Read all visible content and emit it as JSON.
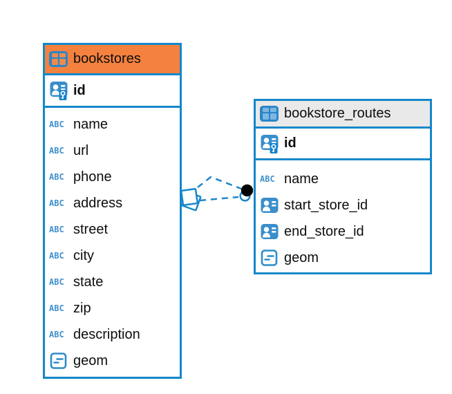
{
  "app": {
    "view": "entity-relationship-diagram"
  },
  "colors": {
    "accent_blue": "#1387ca",
    "table_border": "#1387ca",
    "bookstores_header": "#f5813f",
    "routes_header": "#e9e9e9",
    "row_background": "#ffffff",
    "text": "#0d0d0d",
    "relationship_line": "#1b87c9",
    "relationship_dot": "#000000"
  },
  "icons": {
    "abc_label": "ABC"
  },
  "tables": [
    {
      "name": "bookstores",
      "header_style": "background:#f5813f",
      "icon_cell_style": "--cell:#ee8a4e",
      "primary_key": {
        "name": "id",
        "type": "primary-key"
      },
      "columns": [
        {
          "name": "name",
          "type": "text"
        },
        {
          "name": "url",
          "type": "text"
        },
        {
          "name": "phone",
          "type": "text"
        },
        {
          "name": "address",
          "type": "text"
        },
        {
          "name": "street",
          "type": "text"
        },
        {
          "name": "city",
          "type": "text"
        },
        {
          "name": "state",
          "type": "text"
        },
        {
          "name": "zip",
          "type": "text"
        },
        {
          "name": "description",
          "type": "text"
        },
        {
          "name": "geom",
          "type": "geometry"
        }
      ]
    },
    {
      "name": "bookstore_routes",
      "header_style": "background:#e9e9e9",
      "icon_cell_style": "--cell:#7db7e0",
      "primary_key": {
        "name": "id",
        "type": "primary-key"
      },
      "columns": [
        {
          "name": "name",
          "type": "text"
        },
        {
          "name": "start_store_id",
          "type": "reference"
        },
        {
          "name": "end_store_id",
          "type": "reference"
        },
        {
          "name": "geom",
          "type": "geometry"
        }
      ]
    }
  ],
  "relationship": {
    "from_table": "bookstores",
    "to_table": "bookstore_routes",
    "line_style": "dashed",
    "branches": 2
  }
}
